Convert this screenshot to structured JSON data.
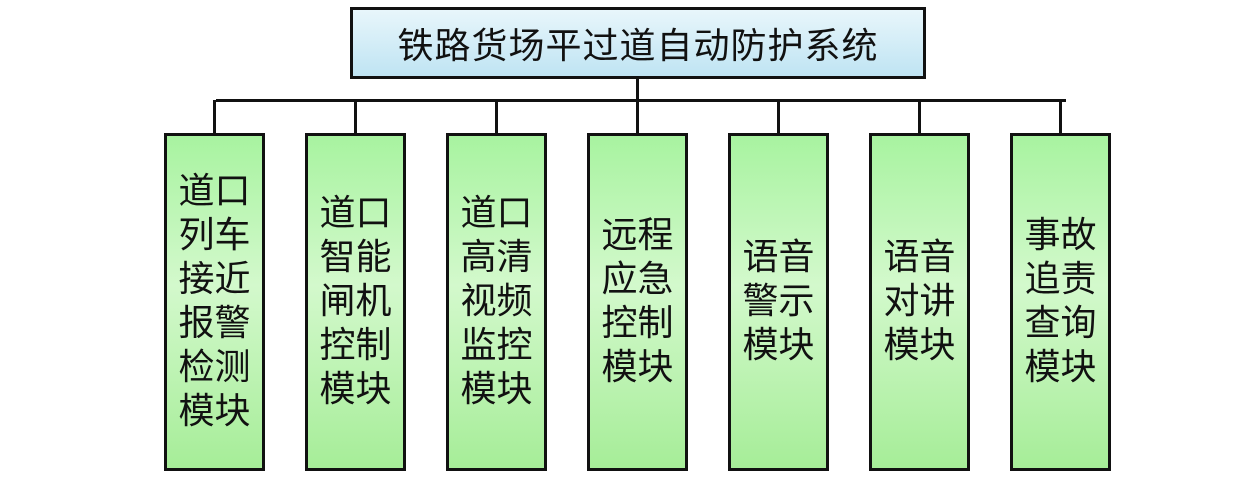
{
  "title": "铁路货场平过道自动防护系统",
  "modules": [
    {
      "label": "道口列车接近报警检测模块"
    },
    {
      "label": "道口智能闸机控制模块"
    },
    {
      "label": "道口高清视频监控模块"
    },
    {
      "label": "远程应急控制模块"
    },
    {
      "label": "语音警示模块"
    },
    {
      "label": "语音对讲模块"
    },
    {
      "label": "事故追责查询模块"
    }
  ]
}
